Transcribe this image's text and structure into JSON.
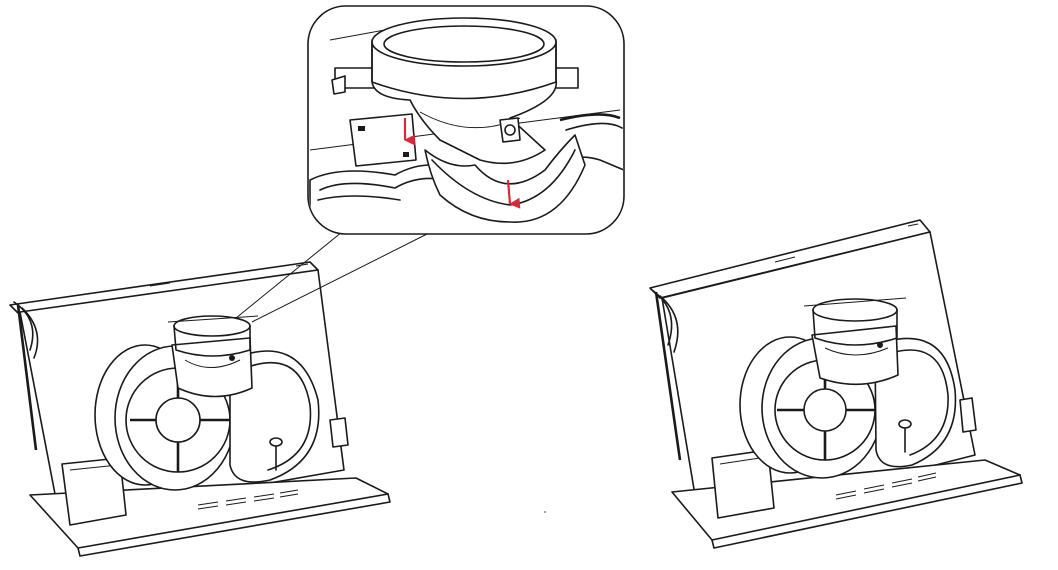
{
  "figure": {
    "panels": [
      "hood-before-assembly",
      "detail-callout",
      "hood-after-assembly"
    ],
    "arrow_color": "#d8283a",
    "line_color": "#1a1a1a",
    "background": "#ffffff",
    "arrow_count": 2
  }
}
